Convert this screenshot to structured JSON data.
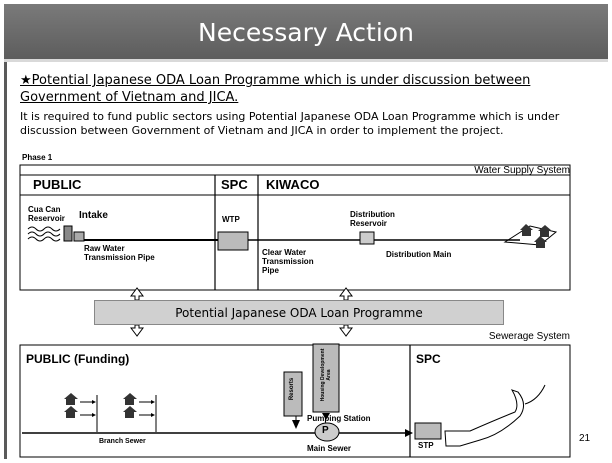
{
  "title": "Necessary Action",
  "heading": "★Potential Japanese ODA Loan Programme which is under discussion between Government of Vietnam and JICA.",
  "body": "It is required to fund public sectors using Potential Japanese ODA Loan Programme which is under discussion between Government of Vietnam and JICA in order to implement the project.",
  "water_supply": {
    "phase": "Phase 1",
    "system_label": "Water Supply System",
    "public": "PUBLIC",
    "spc": "SPC",
    "kiwaco": "KIWACO",
    "reservoir": "Cua Can Reservoir",
    "intake": "Intake",
    "raw_water": "Raw Water Transmission Pipe",
    "wtp": "WTP",
    "distribution_reservoir": "Distribution Reservoir",
    "clear_water": "Clear Water Transmission Pipe",
    "distribution_main": "Distribution Main"
  },
  "oda_box": "Potential Japanese ODA Loan Programme",
  "sewerage": {
    "system_label": "Sewerage System",
    "public": "PUBLIC (Funding)",
    "spc": "SPC",
    "resorts": "Resorts",
    "housing": "Housing Development Area",
    "pumping_station": "Pumping Station",
    "pump_symbol": "P",
    "branch_sewer": "Branch Sewer",
    "main_sewer": "Main Sewer",
    "stp": "STP"
  },
  "page_number": "21"
}
